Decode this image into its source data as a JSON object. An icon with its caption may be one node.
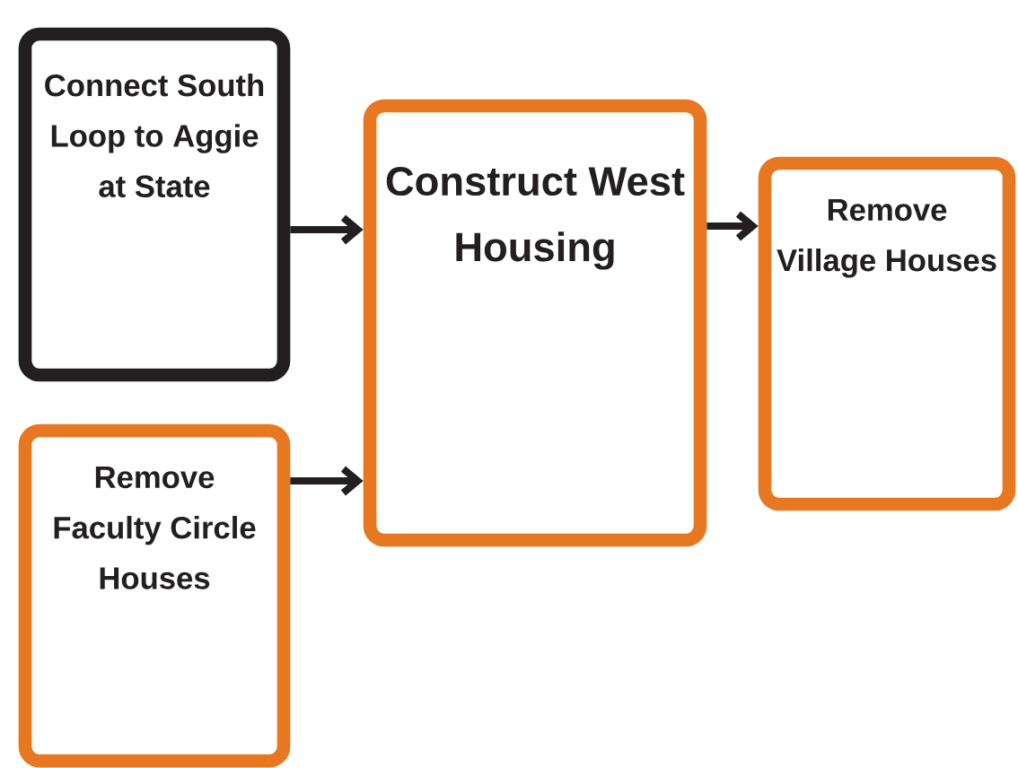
{
  "diagram": {
    "nodes": [
      {
        "text": [
          "Connect South Loop to Aggie at State"
        ]
      },
      {
        "text": [
          "Construct West Housing"
        ]
      },
      {
        "text": [
          "Remove Village Houses"
        ]
      },
      {
        "text": [
          "Remove Faculty Circle Houses"
        ]
      }
    ],
    "edges": [
      {
        "from": 0,
        "to": 1,
        "arrow": "to"
      },
      {
        "from": 3,
        "to": 1,
        "arrow": "to"
      },
      {
        "from": 1,
        "to": 2,
        "arrow": "to"
      }
    ]
  }
}
